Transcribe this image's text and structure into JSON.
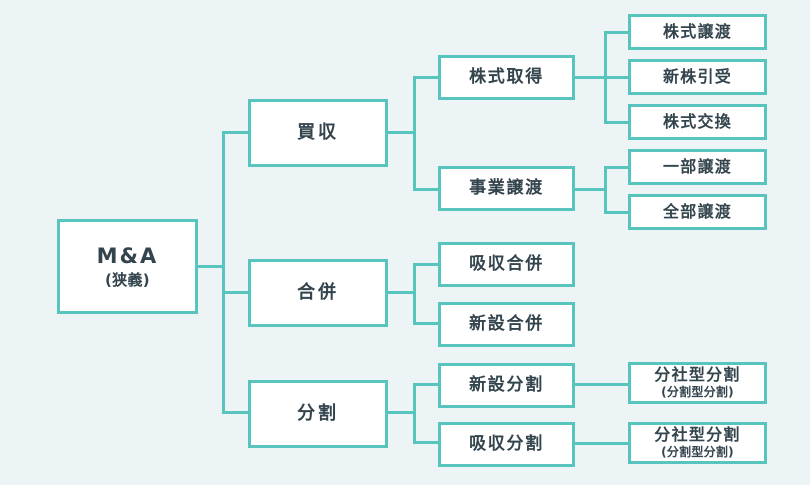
{
  "diagram": {
    "title": "M&A scheme classification tree",
    "colors": {
      "background": "#ecf4f5",
      "line": "#57c4bd",
      "box_border": "#57c4bd",
      "box_fill": "#ffffff",
      "text": "#33444d"
    },
    "root": {
      "main": "M&A",
      "sub": "(狭義)"
    },
    "level2": [
      {
        "main": "買収"
      },
      {
        "main": "合併"
      },
      {
        "main": "分割"
      }
    ],
    "level3": [
      {
        "main": "株式取得"
      },
      {
        "main": "事業譲渡"
      },
      {
        "main": "吸収合併"
      },
      {
        "main": "新設合併"
      },
      {
        "main": "新設分割"
      },
      {
        "main": "吸収分割"
      }
    ],
    "level4": [
      {
        "main": "株式譲渡"
      },
      {
        "main": "新株引受"
      },
      {
        "main": "株式交換"
      },
      {
        "main": "一部譲渡"
      },
      {
        "main": "全部譲渡"
      },
      {
        "main": "分社型分割",
        "sub": "(分割型分割)"
      },
      {
        "main": "分社型分割",
        "sub": "(分割型分割)"
      }
    ]
  }
}
